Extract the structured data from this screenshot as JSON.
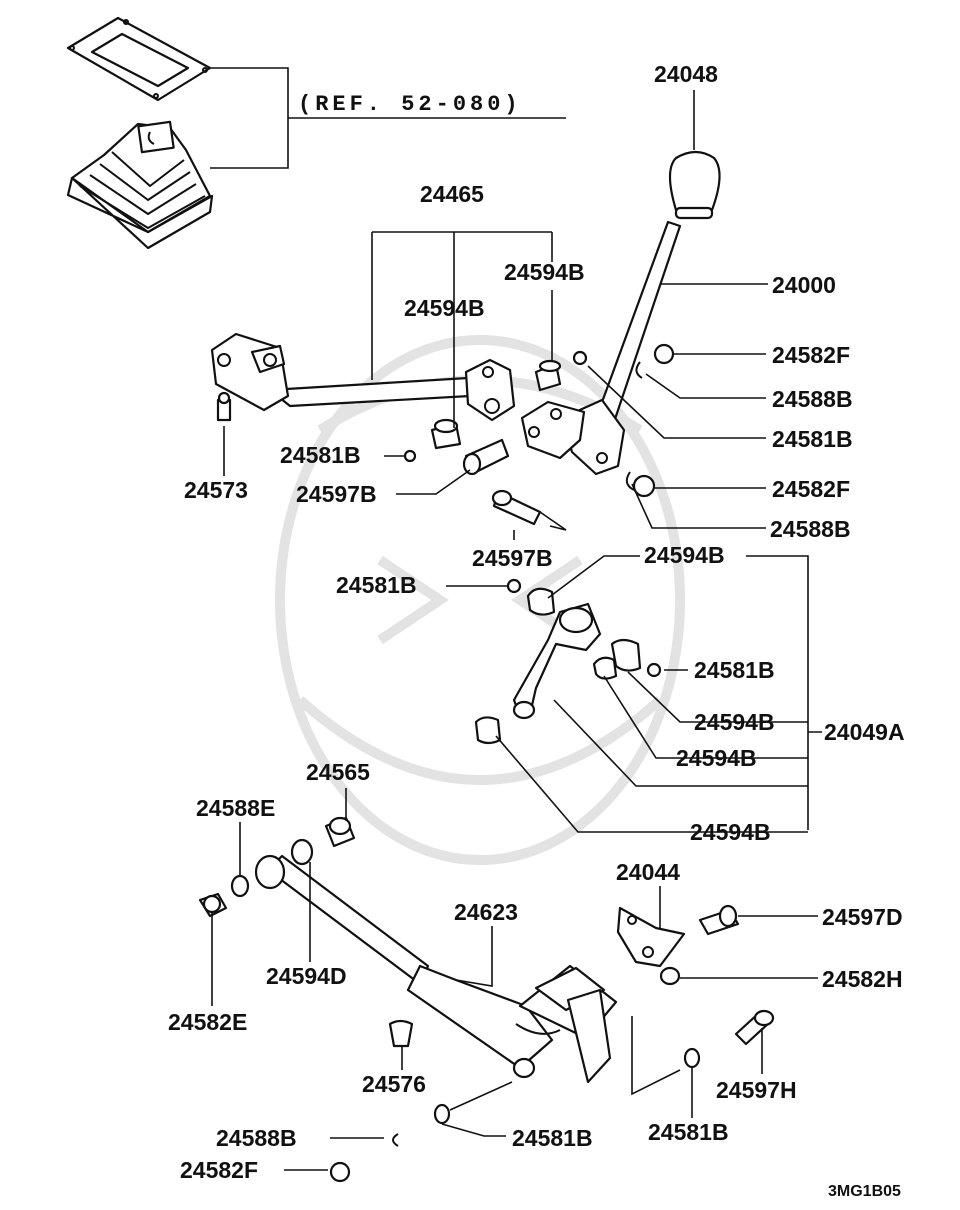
{
  "diagram": {
    "reference": "(REF. 52-080)",
    "drawing_code": "3MG1B05",
    "callouts": [
      {
        "id": "c01",
        "text": "24048"
      },
      {
        "id": "c02",
        "text": "24000"
      },
      {
        "id": "c03",
        "text": "24465"
      },
      {
        "id": "c04",
        "text": "24594B"
      },
      {
        "id": "c05",
        "text": "24594B"
      },
      {
        "id": "c06",
        "text": "24582F"
      },
      {
        "id": "c07",
        "text": "24588B"
      },
      {
        "id": "c08",
        "text": "24581B"
      },
      {
        "id": "c09",
        "text": "24582F"
      },
      {
        "id": "c10",
        "text": "24588B"
      },
      {
        "id": "c11",
        "text": "24581B"
      },
      {
        "id": "c12",
        "text": "24597B"
      },
      {
        "id": "c13",
        "text": "24573"
      },
      {
        "id": "c14",
        "text": "24597B"
      },
      {
        "id": "c15",
        "text": "24581B"
      },
      {
        "id": "c16",
        "text": "24594B"
      },
      {
        "id": "c17",
        "text": "24581B"
      },
      {
        "id": "c18",
        "text": "24594B"
      },
      {
        "id": "c19",
        "text": "24049A"
      },
      {
        "id": "c20",
        "text": "24594B"
      },
      {
        "id": "c21",
        "text": "24594B"
      },
      {
        "id": "c22",
        "text": "24565"
      },
      {
        "id": "c23",
        "text": "24588E"
      },
      {
        "id": "c24",
        "text": "24044"
      },
      {
        "id": "c25",
        "text": "24623"
      },
      {
        "id": "c26",
        "text": "24597D"
      },
      {
        "id": "c27",
        "text": "24582H"
      },
      {
        "id": "c28",
        "text": "24594D"
      },
      {
        "id": "c29",
        "text": "24582E"
      },
      {
        "id": "c30",
        "text": "24576"
      },
      {
        "id": "c31",
        "text": "24597H"
      },
      {
        "id": "c32",
        "text": "24581B"
      },
      {
        "id": "c33",
        "text": "24588B"
      },
      {
        "id": "c34",
        "text": "24581B"
      },
      {
        "id": "c35",
        "text": "24582F"
      }
    ]
  }
}
